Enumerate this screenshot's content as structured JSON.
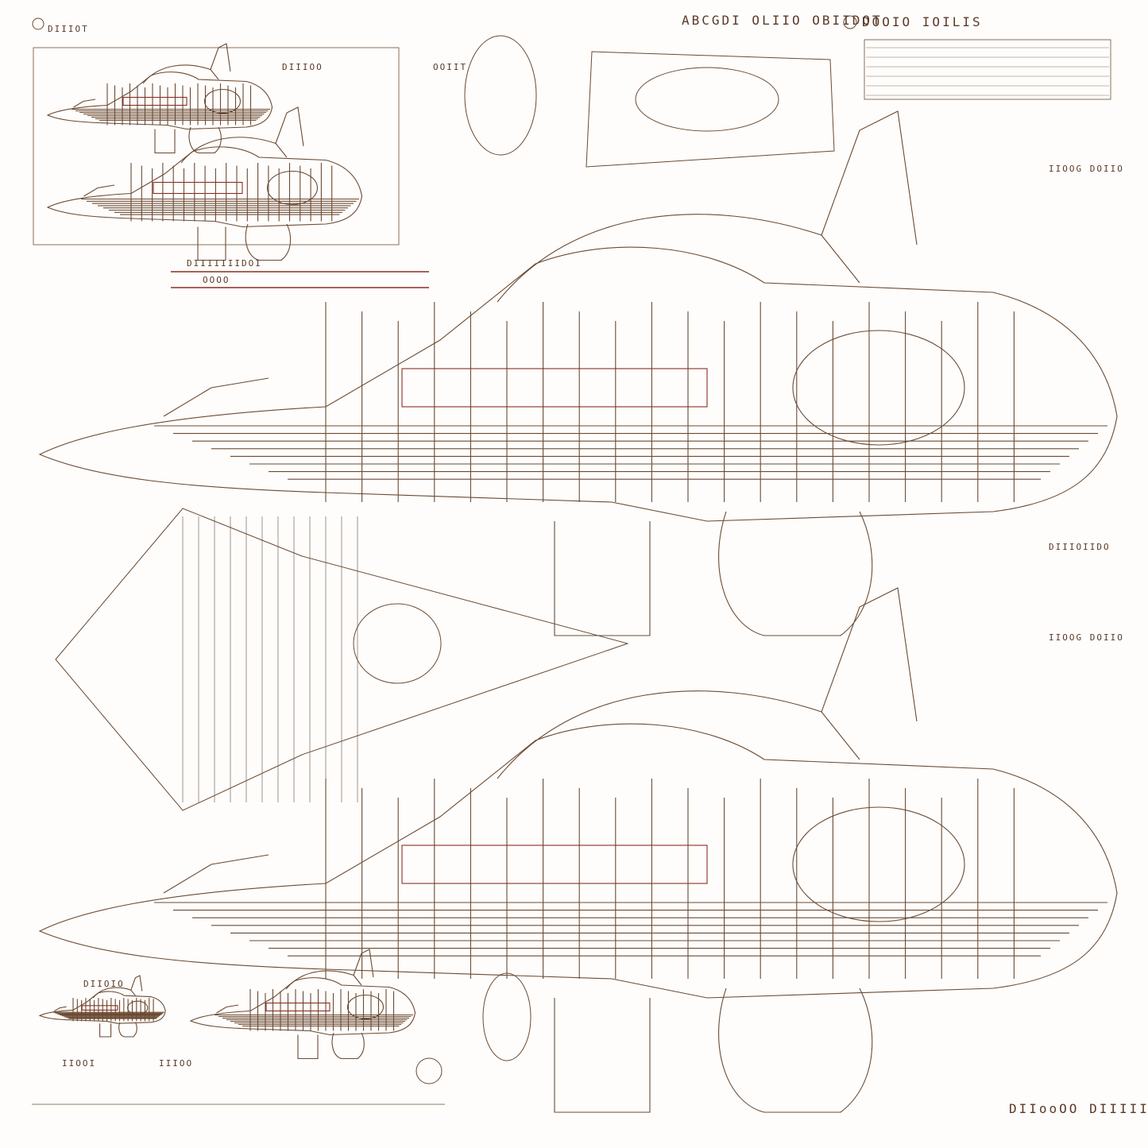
{
  "header": {
    "title": "ABCGDI OLIIO OBIIDOT",
    "spec_title": "DOOIO IOILIS"
  },
  "labels": {
    "top_left": "DIIIOT",
    "view_a": "DIIIOO",
    "view_b": "OOIIT",
    "mid_left_1": "DIIIIIIIDOI",
    "mid_left_2": "OOOO",
    "right_1": "IIOOG DOIIO",
    "right_2": "DIIIOIIDO",
    "right_3": "IIOOG DOIIO",
    "bottom_1": "DIIOIO",
    "bottom_2": "IIOOI",
    "bottom_3": "IIIOO",
    "bottom_right": "DIIooOO DIIIIIIOI"
  },
  "colors": {
    "ink": "#6b4a33",
    "accent": "#8a2f22",
    "paper": "#fefdfb"
  }
}
